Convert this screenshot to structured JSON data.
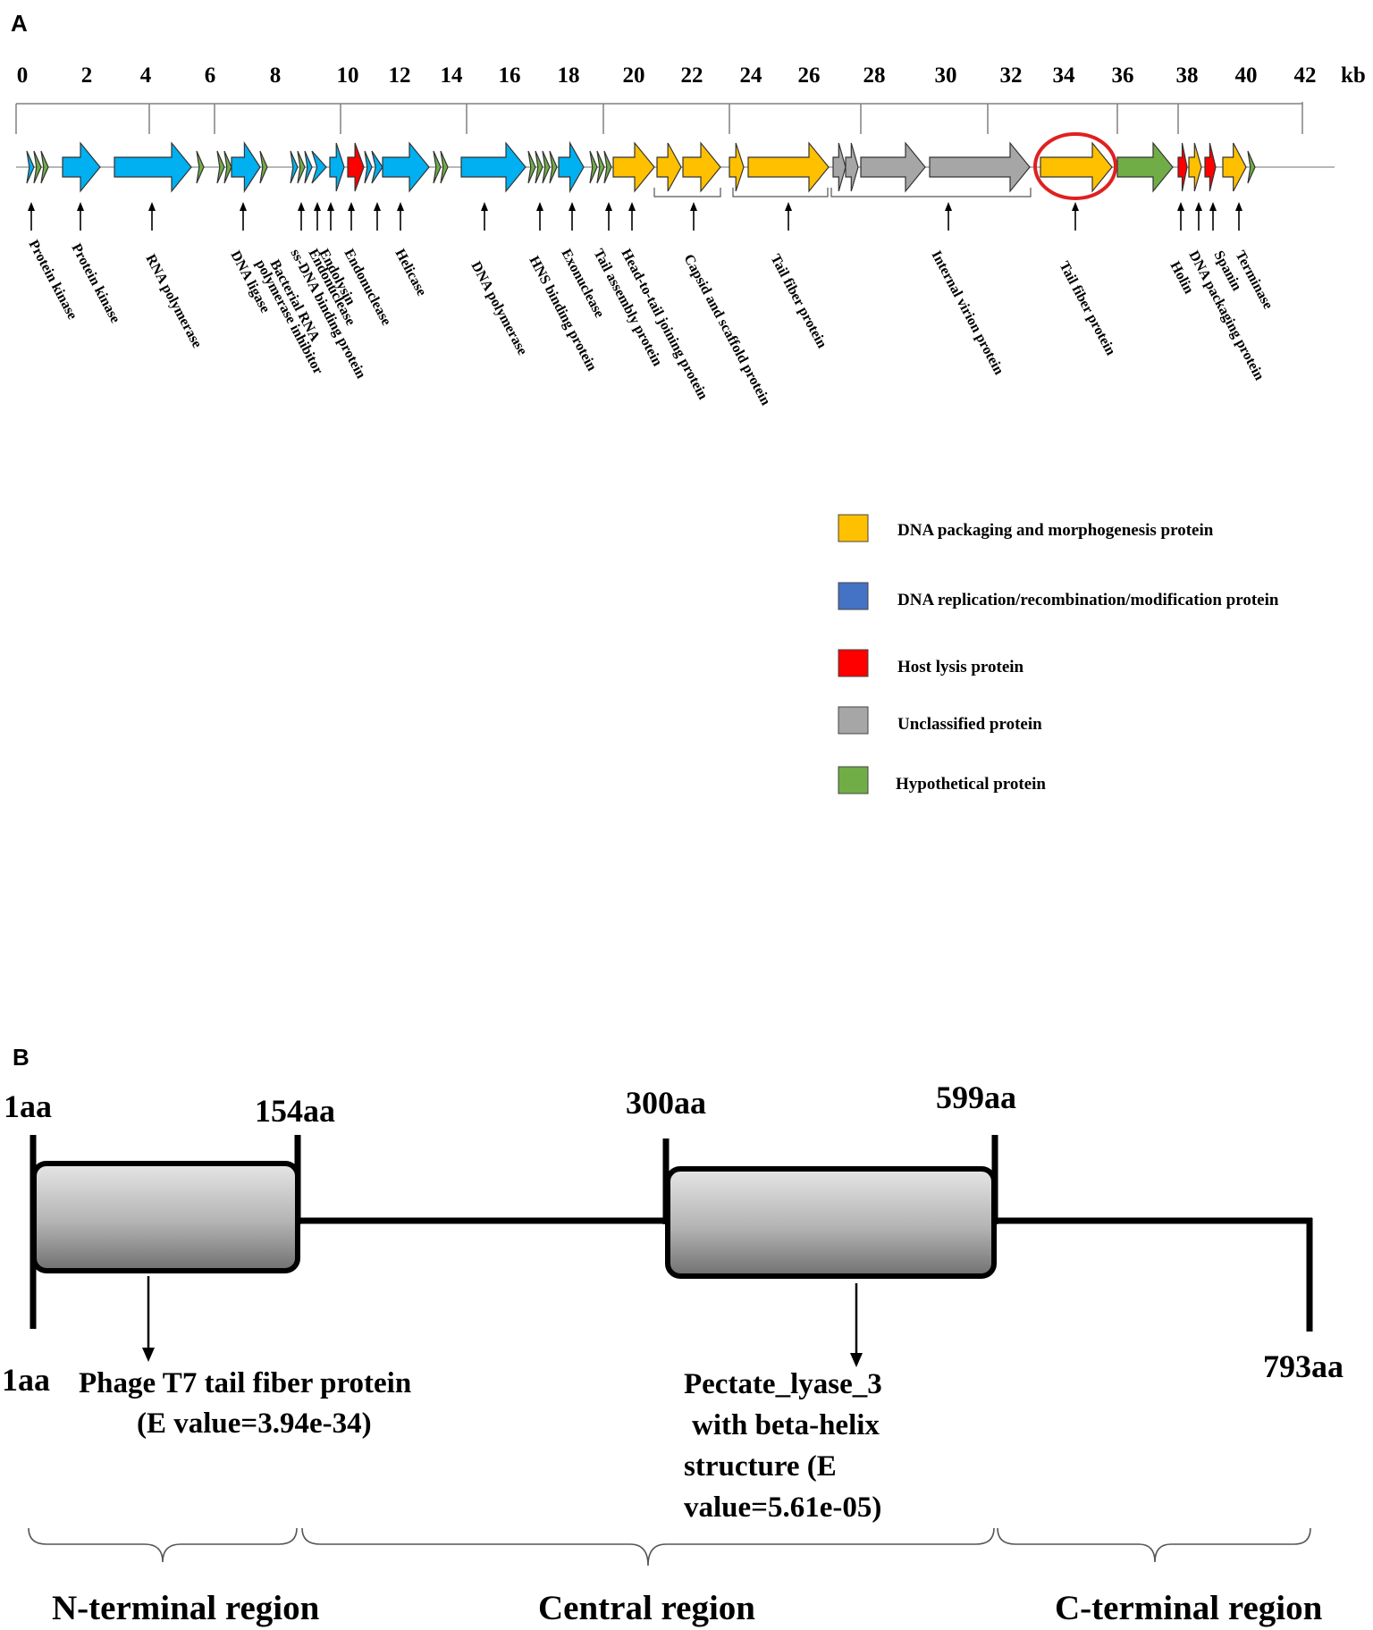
{
  "colors": {
    "packaging": "#FFC000",
    "replication": "#00B0F0",
    "replication_legend": "#4472C4",
    "lysis": "#FF0000",
    "unclassified": "#A6A6A6",
    "hypothetical": "#70AD47",
    "highlight": "#E02020"
  },
  "panel_a": {
    "label": "A",
    "axis_unit": "kb",
    "axis_ticks": [
      "0",
      "2",
      "4",
      "6",
      "8",
      "10",
      "12",
      "14",
      "16",
      "18",
      "20",
      "22",
      "24",
      "26",
      "28",
      "30",
      "32",
      "34",
      "36",
      "38",
      "40",
      "42"
    ],
    "gene_labels": [
      "Protein kinase",
      "Protein kinase",
      "RNA polymerase",
      "DNA ligase",
      "Bacterial RNA polymerase inhibitor",
      "ss-DNA binding protein",
      "Endonuclease",
      "Endolysin",
      "Endonuclease",
      "Helicase",
      "DNA polymerase",
      "HNS binding protein",
      "Exonuclease",
      "Tail assembly protein",
      "Head-to-tail joining protein",
      "Capsid and scaffold protein",
      "Tail fiber protein",
      "Internal virion protein",
      "Tail fiber protein",
      "Holin",
      "DNA packaging protein",
      "Spanin",
      "Terminase"
    ],
    "legend": [
      {
        "label": "DNA packaging and morphogenesis protein",
        "color": "#FFC000"
      },
      {
        "label": "DNA replication/recombination/modification protein",
        "color": "#4472C4"
      },
      {
        "label": "Host lysis protein",
        "color": "#FF0000"
      },
      {
        "label": "Unclassified protein",
        "color": "#A6A6A6"
      },
      {
        "label": "Hypothetical protein",
        "color": "#70AD47"
      }
    ]
  },
  "panel_b": {
    "label": "B",
    "positions": {
      "start_top": "1aa",
      "end1": "154aa",
      "start2": "300aa",
      "end2": "599aa",
      "start_bottom": "1aa",
      "end_total": "793aa"
    },
    "domain1_lines": [
      "Phage T7 tail fiber protein",
      "(E value=3.94e-34)"
    ],
    "domain2_lines": [
      "Pectate_lyase_3",
      "with beta-helix",
      "structure  (E",
      "value=5.61e-05)"
    ],
    "regions": [
      "N-terminal region",
      "Central region",
      "C-terminal region"
    ]
  }
}
